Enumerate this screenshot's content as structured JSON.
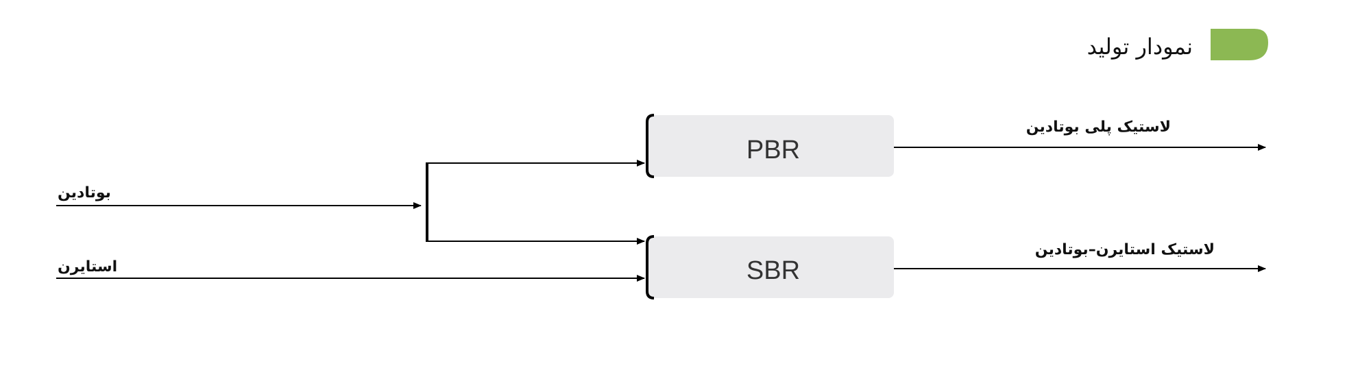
{
  "title": "نمودار تولید",
  "colors": {
    "title_badge": "#8cb853",
    "box_fill": "#ebebed",
    "box_edge": "#000000",
    "line": "#000000"
  },
  "inputs": {
    "butadiene": "بوتادین",
    "styrene": "استایرن"
  },
  "processes": {
    "pbr": "PBR",
    "sbr": "SBR"
  },
  "outputs": {
    "pbr_product": "لاستیک پلی بوتادین",
    "sbr_product": "لاستیک استایرن–بوتادین"
  }
}
